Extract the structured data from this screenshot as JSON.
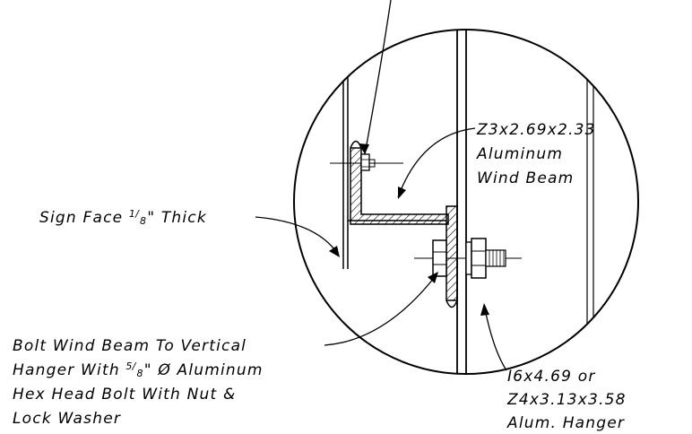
{
  "labels": {
    "wind_beam": {
      "line1": "Z3x2.69x2.33",
      "line2": "Aluminum",
      "line3": "Wind Beam"
    },
    "sign_face": {
      "prefix": "Sign Face ",
      "frac_num": "1",
      "frac_den": "8",
      "suffix": "\" Thick"
    },
    "bolt": {
      "line1": "Bolt Wind Beam  To Vertical",
      "line2_a": "Hanger With ",
      "frac_num": "5",
      "frac_den": "8",
      "line2_b": "\" Ø  Aluminum",
      "line3": "Hex Head Bolt With Nut &",
      "line4": "Lock Washer"
    },
    "hanger": {
      "line1": "I6x4.69  or",
      "line2": "Z4x3.13x3.58",
      "line3": "Alum. Hanger"
    }
  }
}
